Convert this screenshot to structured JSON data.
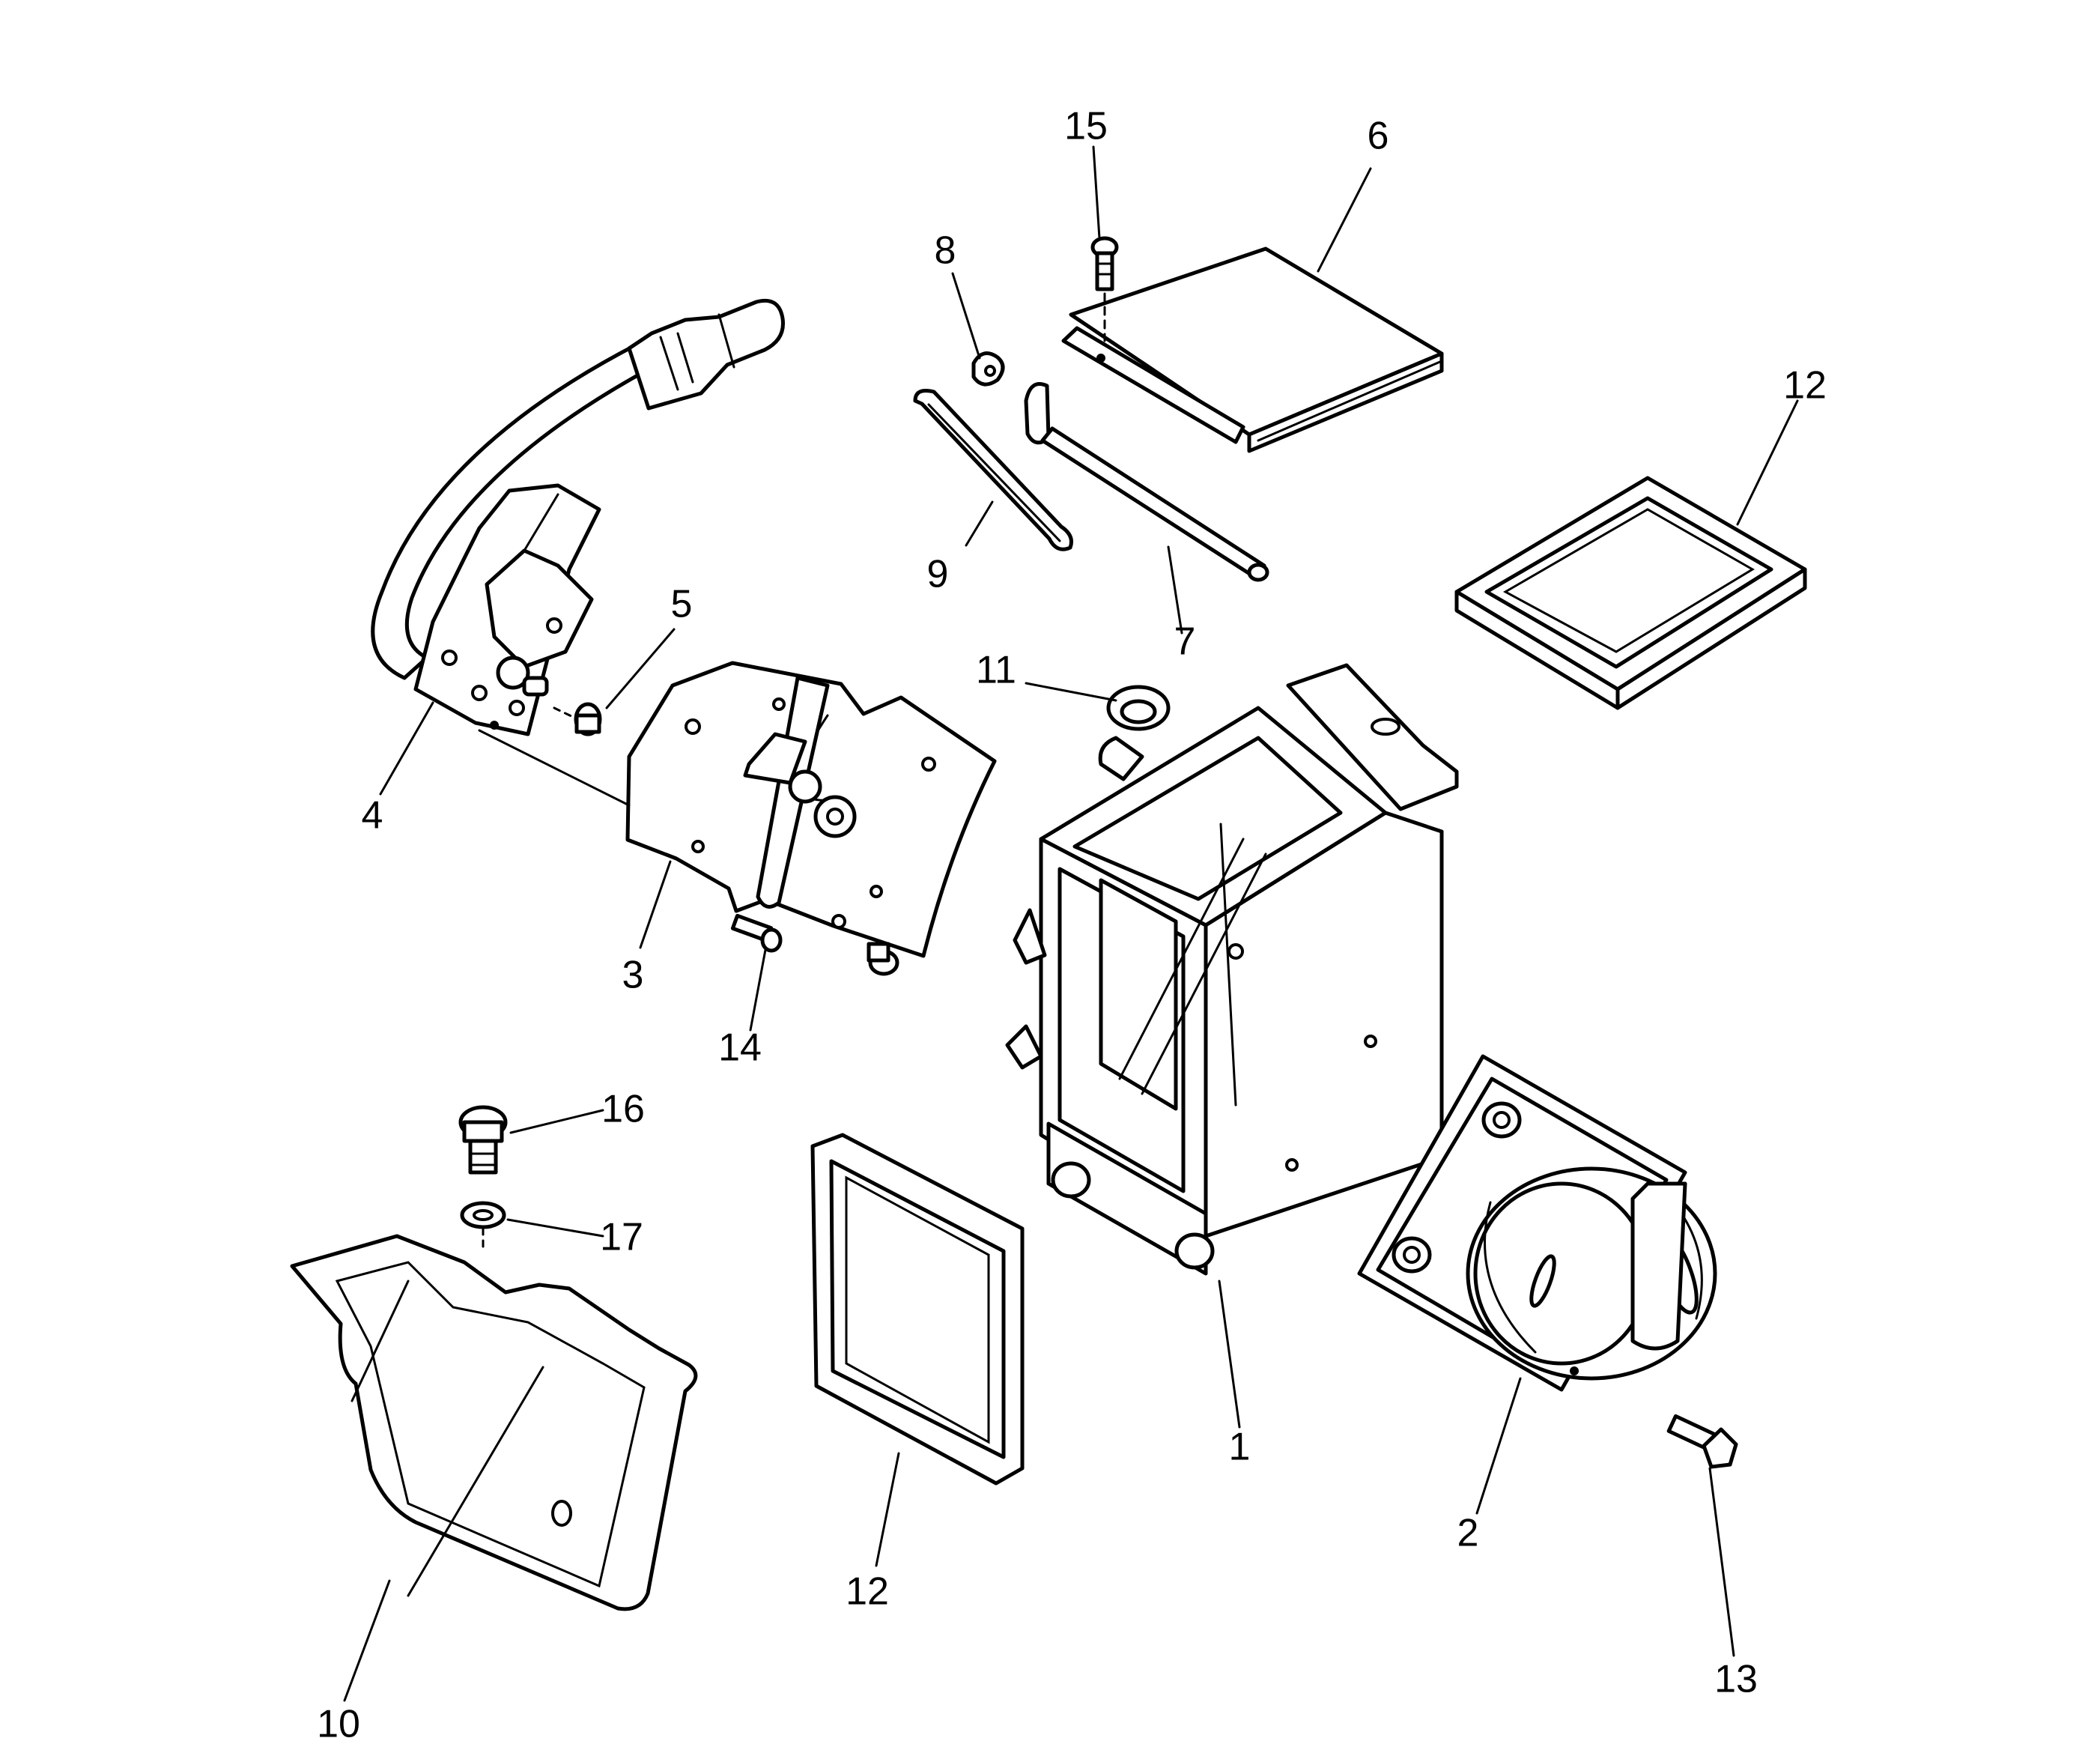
{
  "callouts": [
    {
      "id": "1",
      "text": "1"
    },
    {
      "id": "2",
      "text": "2"
    },
    {
      "id": "3",
      "text": "3"
    },
    {
      "id": "4",
      "text": "4"
    },
    {
      "id": "5",
      "text": "5"
    },
    {
      "id": "6",
      "text": "6"
    },
    {
      "id": "7",
      "text": "7"
    },
    {
      "id": "8",
      "text": "8"
    },
    {
      "id": "9",
      "text": "9"
    },
    {
      "id": "10",
      "text": "10"
    },
    {
      "id": "11",
      "text": "11"
    },
    {
      "id": "12a",
      "text": "12"
    },
    {
      "id": "12b",
      "text": "12"
    },
    {
      "id": "13",
      "text": "13"
    },
    {
      "id": "14",
      "text": "14"
    },
    {
      "id": "15",
      "text": "15"
    },
    {
      "id": "16",
      "text": "16"
    },
    {
      "id": "17",
      "text": "17"
    }
  ]
}
